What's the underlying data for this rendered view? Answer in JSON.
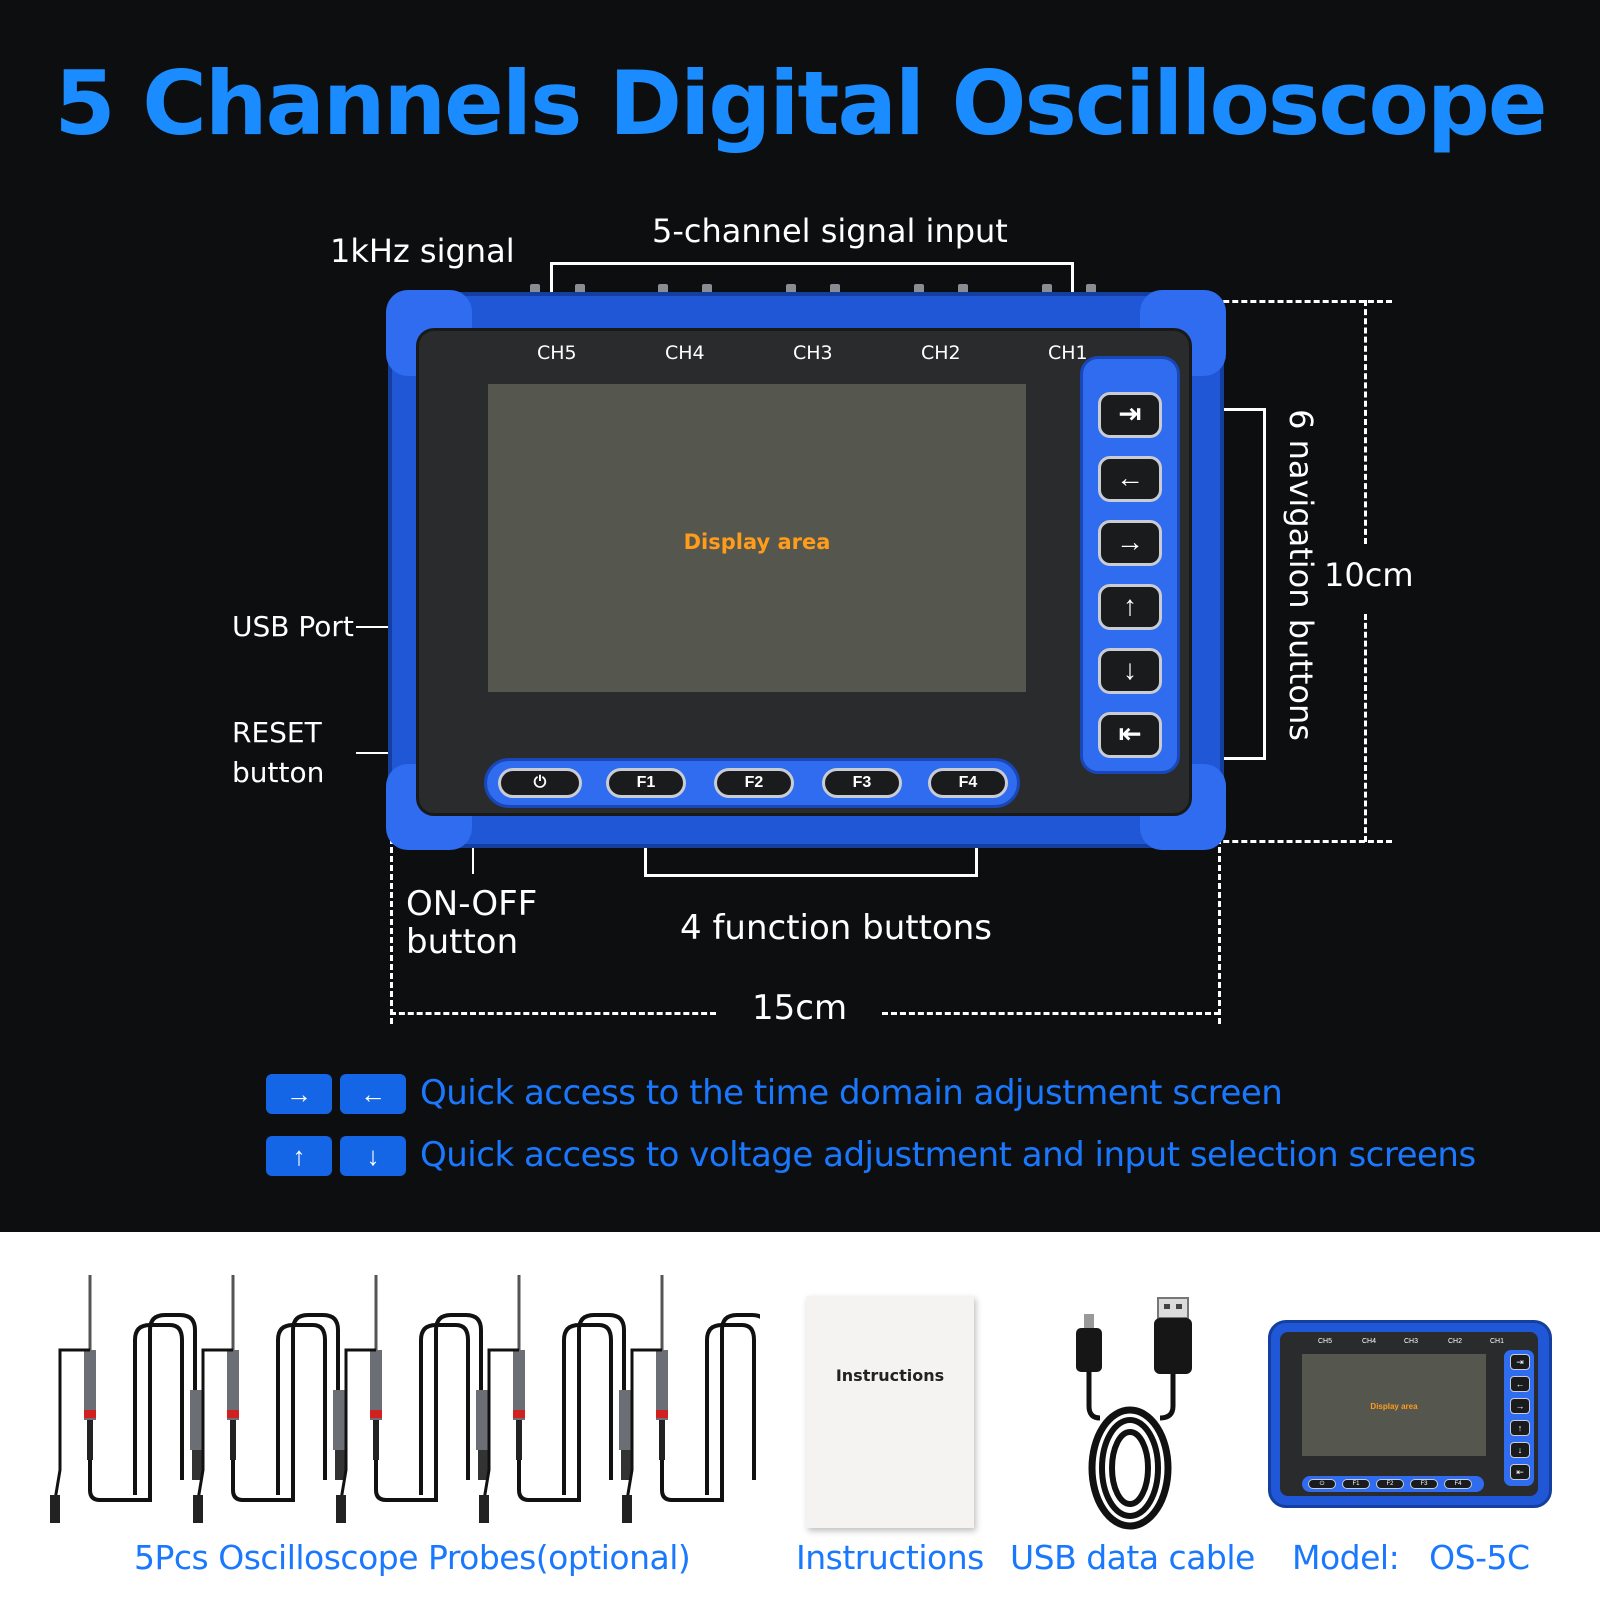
{
  "title": "5 Channels Digital Oscilloscope",
  "labels": {
    "signal_1khz": "1kHz signal",
    "signal_input": "5-channel signal input",
    "usb_port": "USB Port",
    "reset_line1": "RESET",
    "reset_line2": "button",
    "nav_buttons": "6 navigation buttons",
    "height": "10cm",
    "width": "15cm",
    "onoff_line1": "ON-OFF",
    "onoff_line2": "button",
    "function_buttons": "4 function buttons"
  },
  "device": {
    "channels": [
      "CH5",
      "CH4",
      "CH3",
      "CH2",
      "CH1"
    ],
    "display_text": "Display area",
    "function_keys": [
      "⏻",
      "F1",
      "F2",
      "F3",
      "F4"
    ],
    "nav_keys": [
      "⇥",
      "←",
      "→",
      "↑",
      "↓",
      "⇤"
    ]
  },
  "quick_access": [
    {
      "keys": [
        "→",
        "←"
      ],
      "text": "Quick access to the time domain adjustment screen"
    },
    {
      "keys": [
        "↑",
        "↓"
      ],
      "text": "Quick access to voltage adjustment and input selection screens"
    }
  ],
  "accessories": {
    "probes": "5Pcs Oscilloscope Probes(optional)",
    "instructions": "Instructions",
    "booklet_title": "Instructions",
    "usb_cable": "USB data cable",
    "model": "Model:   OS-5C"
  },
  "colors": {
    "title_blue": "#1a8cff",
    "device_blue": "#1f57d6",
    "display_orange": "#ff9c1a",
    "background_dark": "#0d0e10"
  }
}
